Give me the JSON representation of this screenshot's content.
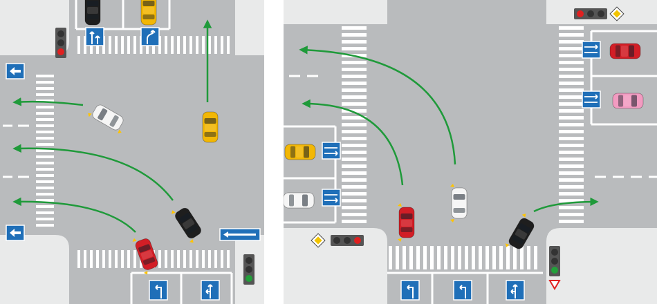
{
  "scene": {
    "left": {
      "signals": [
        {
          "id": "tl-top-left",
          "lit": "red",
          "orientation": "vertical"
        },
        {
          "id": "tl-bottom-right",
          "lit": "green",
          "orientation": "vertical"
        }
      ],
      "signs": [
        {
          "id": "one-way-left-upper",
          "icon": "arrow-left-icon"
        },
        {
          "id": "one-way-left-lower",
          "icon": "arrow-left-icon"
        },
        {
          "id": "one-way-right-long",
          "icon": "arrow-left-icon"
        },
        {
          "id": "lane-top-1",
          "icon": "lane-straight-right-icon"
        },
        {
          "id": "lane-top-2",
          "icon": "lane-bend-icon"
        },
        {
          "id": "lane-bottom-1",
          "icon": "lane-left-turn-icon"
        },
        {
          "id": "lane-bottom-2",
          "icon": "lane-straight-left-icon"
        }
      ],
      "vehicles": [
        {
          "id": "car-red",
          "color": "#d21e26"
        },
        {
          "id": "car-black",
          "color": "#1e1e1e"
        },
        {
          "id": "car-white",
          "color": "#f5f5f5"
        },
        {
          "id": "car-yellow",
          "color": "#f2b705"
        },
        {
          "id": "car-parked-black",
          "color": "#1e1e1e"
        },
        {
          "id": "car-parked-yellow",
          "color": "#f2b705"
        }
      ]
    },
    "right": {
      "signals": [
        {
          "id": "tl-top-horizontal",
          "lit": "red",
          "orientation": "horizontal",
          "priority_sign": "main-road"
        },
        {
          "id": "tl-bottom-left-horizontal",
          "lit": "red",
          "orientation": "horizontal",
          "priority_sign": "main-road"
        },
        {
          "id": "tl-bottom-right",
          "lit": "green",
          "orientation": "vertical",
          "priority_sign": "yield"
        }
      ],
      "signs": [
        {
          "id": "lane-right-1",
          "icon": "lane-straight-right-icon"
        },
        {
          "id": "lane-right-2",
          "icon": "lane-straight-right-icon"
        },
        {
          "id": "lane-left-1",
          "icon": "lane-straight-right-icon"
        },
        {
          "id": "lane-left-2",
          "icon": "lane-straight-right-icon"
        },
        {
          "id": "lane-bottom-1",
          "icon": "lane-left-turn-icon"
        },
        {
          "id": "lane-bottom-2",
          "icon": "lane-left-turn-icon"
        },
        {
          "id": "lane-bottom-3",
          "icon": "lane-straight-left-icon"
        }
      ],
      "vehicles": [
        {
          "id": "car-red",
          "color": "#d21e26"
        },
        {
          "id": "car-white",
          "color": "#f5f5f5"
        },
        {
          "id": "car-black",
          "color": "#1e1e1e"
        },
        {
          "id": "car-parked-red",
          "color": "#d21e26"
        },
        {
          "id": "car-parked-pink",
          "color": "#f29bc1"
        },
        {
          "id": "car-parked-yellow",
          "color": "#f2b705"
        },
        {
          "id": "car-parked-white",
          "color": "#f5f5f5"
        }
      ]
    },
    "colors": {
      "road": "#b9bbbd",
      "sidewalk": "#e9eaea",
      "marking": "#ffffff",
      "route_arrow": "#1f9a3a",
      "sign_blue": "#1f6fb8",
      "signal_red": "#e02020",
      "signal_green": "#22a03a"
    }
  }
}
